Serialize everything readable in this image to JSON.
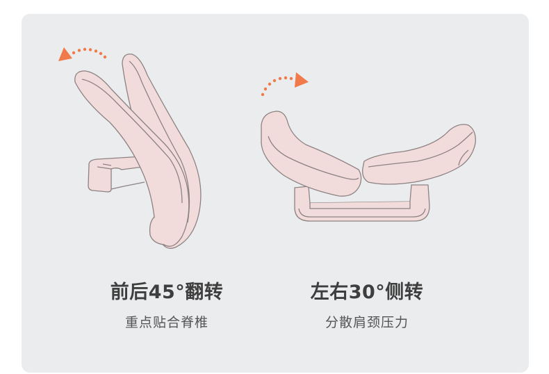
{
  "features": [
    {
      "title": "前后45°翻转",
      "subtitle": "重点贴合脊椎",
      "arrow_color": "#f07a4a"
    },
    {
      "title": "左右30°侧转",
      "subtitle": "分散肩颈压力",
      "arrow_color": "#f07a4a"
    }
  ],
  "colors": {
    "background": "#ebecee",
    "cushion_fill": "#f2dcdb",
    "cushion_stroke": "#8c8282",
    "title_text": "#3e3e3e",
    "subtitle_text": "#555555"
  }
}
